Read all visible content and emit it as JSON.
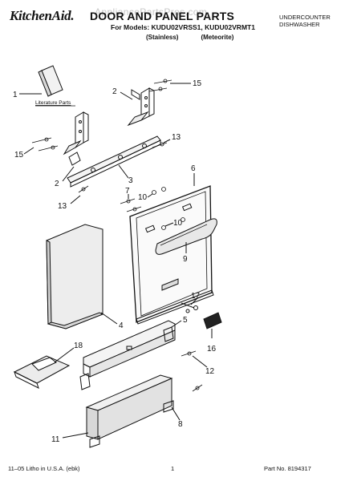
{
  "header": {
    "brand": "KitchenAid.",
    "title": "DOOR AND PANEL PARTS",
    "models": "For Models: KUDU02VRSS1, KUDU02VRMT1",
    "variant_left": "(Stainless)",
    "variant_right": "(Meteorite)",
    "appliance_line1": "UNDERCOUNTER",
    "appliance_line2": "DISHWASHER",
    "watermark": "AppliancePartsPros.com"
  },
  "literature_label": "Literature Parts",
  "callouts": {
    "c1": "1",
    "c2a": "2",
    "c2b": "2",
    "c3": "3",
    "c4": "4",
    "c5": "5",
    "c6": "6",
    "c7": "7",
    "c8": "8",
    "c9": "9",
    "c10a": "10",
    "c10b": "10",
    "c11": "11",
    "c12": "12",
    "c13a": "13",
    "c13b": "13",
    "c15a": "15",
    "c15b": "15",
    "c16": "16",
    "c17": "17",
    "c18": "18"
  },
  "footer": {
    "left": "11–05 Litho in U.S.A. (ebk)",
    "page": "1",
    "part_no": "Part No. 8194317"
  }
}
